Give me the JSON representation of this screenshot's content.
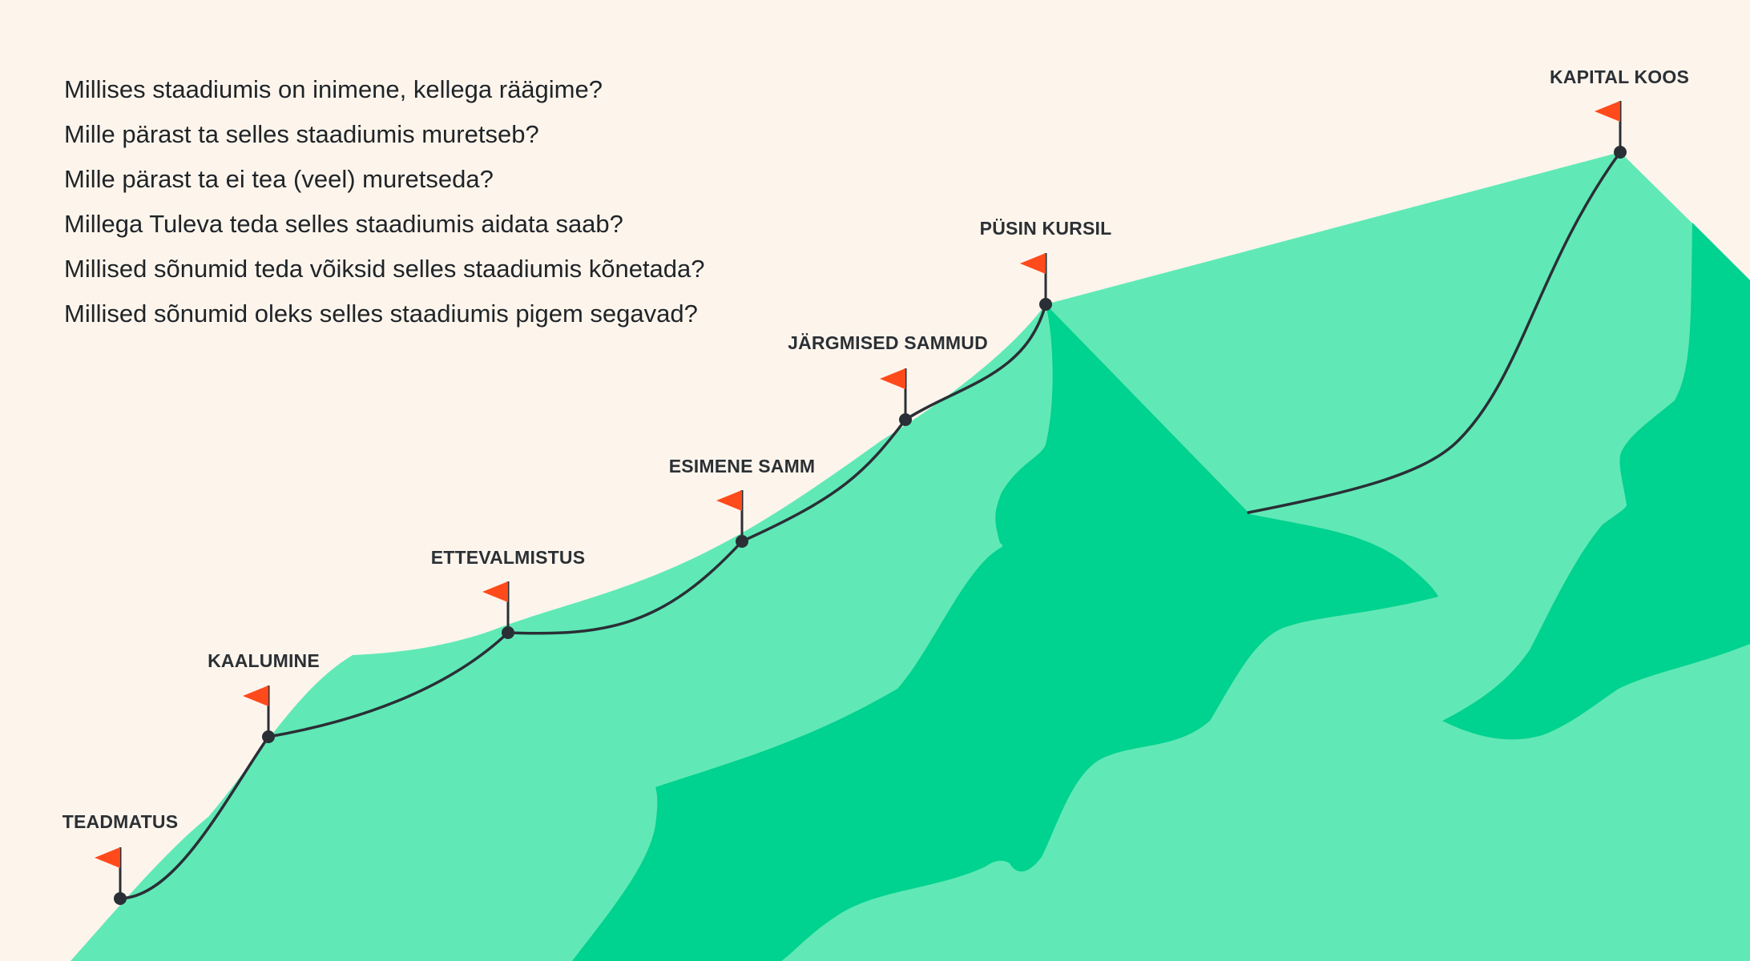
{
  "questions": [
    "Millises staadiumis on inimene, kellega räägime?",
    "Mille pärast ta selles staadiumis muretseb?",
    "Mille pärast ta ei tea (veel) muretseda?",
    "Millega Tuleva teda selles staadiumis aidata saab?",
    "Millised sõnumid teda võiksid selles staadiumis kõnetada?",
    "Millised sõnumid oleks selles staadiumis pigem segavad?"
  ],
  "stages": [
    {
      "label": "TEADMATUS",
      "icon": "flag-icon"
    },
    {
      "label": "KAALUMINE",
      "icon": "flag-icon"
    },
    {
      "label": "ETTEVALMISTUS",
      "icon": "flag-icon"
    },
    {
      "label": "ESIMENE SAMM",
      "icon": "flag-icon"
    },
    {
      "label": "JÄRGMISED SAMMUD",
      "icon": "flag-icon"
    },
    {
      "label": "PÜSIN KURSIL",
      "icon": "flag-icon"
    },
    {
      "label": "KAPITAL KOOS",
      "icon": "flag-icon"
    }
  ],
  "colors": {
    "background": "#fdf5ec",
    "mountain_light": "#60e9b6",
    "mountain_dark": "#00d28f",
    "path": "#2a2f36",
    "flag": "#ff4a1c"
  }
}
